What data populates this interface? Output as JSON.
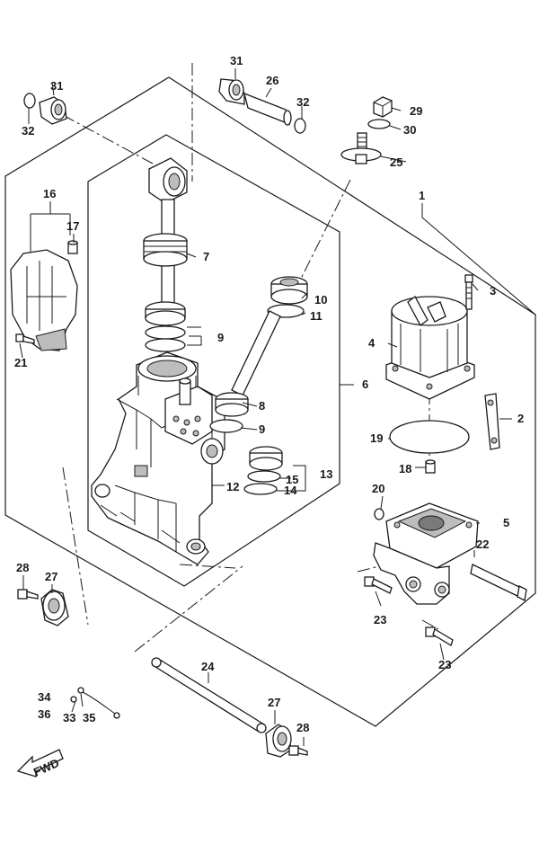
{
  "labels": {
    "p1": "1",
    "p2": "2",
    "p3": "3",
    "p4": "4",
    "p5": "5",
    "p6": "6",
    "p7": "7",
    "p8": "8",
    "p9a": "9",
    "p9b": "9",
    "p10": "10",
    "p11": "11",
    "p12": "12",
    "p13": "13",
    "p14": "14",
    "p15": "15",
    "p16": "16",
    "p17": "17",
    "p18": "18",
    "p19": "19",
    "p20": "20",
    "p21": "21",
    "p22": "22",
    "p23a": "23",
    "p23b": "23",
    "p24": "24",
    "p25": "25",
    "p26": "26",
    "p27a": "27",
    "p27b": "27",
    "p28a": "28",
    "p28b": "28",
    "p29": "29",
    "p30": "30",
    "p31a": "31",
    "p31b": "31",
    "p32a": "32",
    "p32b": "32",
    "p33": "33",
    "p34": "34",
    "p35": "35",
    "p36": "36",
    "fwd": "FWD"
  }
}
